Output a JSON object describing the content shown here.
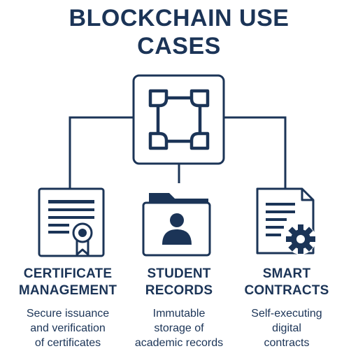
{
  "title": {
    "line1": "BLOCKCHAIN USE",
    "line2": "CASES"
  },
  "colors": {
    "primary": "#1b3457",
    "background": "#ffffff"
  },
  "hub": {
    "icon": "blockchain-chain-icon"
  },
  "cases": [
    {
      "icon": "certificate-icon",
      "title_line1": "CERTIFICATE",
      "title_line2": "MANAGEMENT",
      "desc_line1": "Secure issuance",
      "desc_line2": "and verification",
      "desc_line3": "of certificates"
    },
    {
      "icon": "student-folder-icon",
      "title_line1": "STUDENT",
      "title_line2": "RECORDS",
      "desc_line1": "Immutable",
      "desc_line2": "storage of",
      "desc_line3": "academic records"
    },
    {
      "icon": "smart-contract-gear-icon",
      "title_line1": "SMART",
      "title_line2": "CONTRACTS",
      "desc_line1": "Self-executing",
      "desc_line2": "digital",
      "desc_line3": "contracts"
    }
  ]
}
